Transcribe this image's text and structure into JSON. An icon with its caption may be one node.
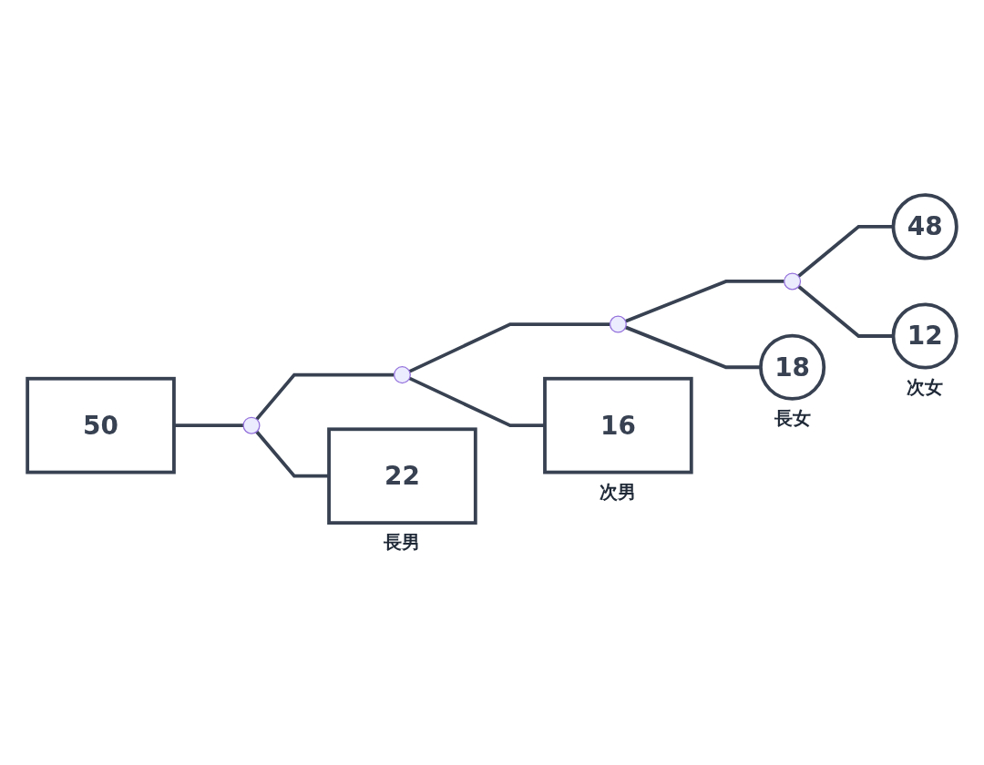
{
  "diagram": {
    "nodes": [
      {
        "text": [
          "50"
        ]
      },
      {
        "text": [
          "48"
        ]
      },
      {
        "text": [],
        "shape": "circle"
      },
      {
        "text": [],
        "shape": "circle"
      },
      {
        "text": [],
        "shape": "circle"
      },
      {
        "text": [],
        "shape": "circle"
      },
      {
        "text": [
          "22"
        ],
        "beside": [
          "長男"
        ]
      },
      {
        "text": [
          "16"
        ],
        "beside": [
          "次男"
        ]
      },
      {
        "text": [
          "18"
        ],
        "beside": [
          "長女"
        ]
      },
      {
        "text": [
          "12"
        ],
        "beside": [
          "次女"
        ]
      }
    ],
    "edges": [
      {
        "from": 0,
        "to": 2,
        "arrow": "none"
      },
      {
        "from": 2,
        "to": 3,
        "arrow": "none"
      },
      {
        "from": 3,
        "to": 4,
        "arrow": "none"
      },
      {
        "from": 4,
        "to": 5,
        "arrow": "none"
      },
      {
        "from": 5,
        "to": 1,
        "arrow": "none"
      },
      {
        "from": 2,
        "to": 6,
        "arrow": "none"
      },
      {
        "from": 3,
        "to": 7,
        "arrow": "none"
      },
      {
        "from": 4,
        "to": 8,
        "arrow": "none"
      },
      {
        "from": 5,
        "to": 9,
        "arrow": "none"
      }
    ]
  }
}
